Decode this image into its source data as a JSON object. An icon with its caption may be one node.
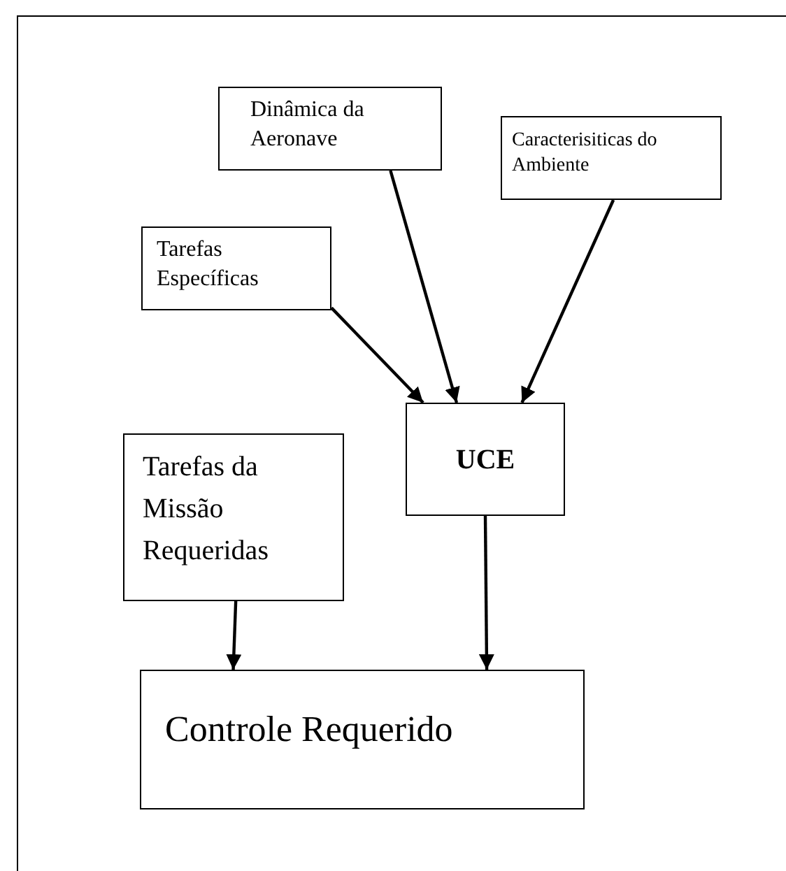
{
  "diagram": {
    "nodes": [
      {
        "text": [
          "Dinâmica da Aeronave"
        ]
      },
      {
        "text": [
          "Caracterisiticas do Ambiente"
        ]
      },
      {
        "text": [
          "Tarefas Específicas"
        ]
      },
      {
        "text": [
          "UCE"
        ]
      },
      {
        "text": [
          "Tarefas da Missão Requeridas"
        ]
      },
      {
        "text": [
          "Controle Requerido"
        ]
      }
    ],
    "edges": [
      {
        "from": 2,
        "to": 3,
        "arrow": "to"
      },
      {
        "from": 0,
        "to": 3,
        "arrow": "to"
      },
      {
        "from": 1,
        "to": 3,
        "arrow": "to"
      },
      {
        "from": 4,
        "to": 5,
        "arrow": "to"
      },
      {
        "from": 3,
        "to": 5,
        "arrow": "to"
      }
    ]
  }
}
